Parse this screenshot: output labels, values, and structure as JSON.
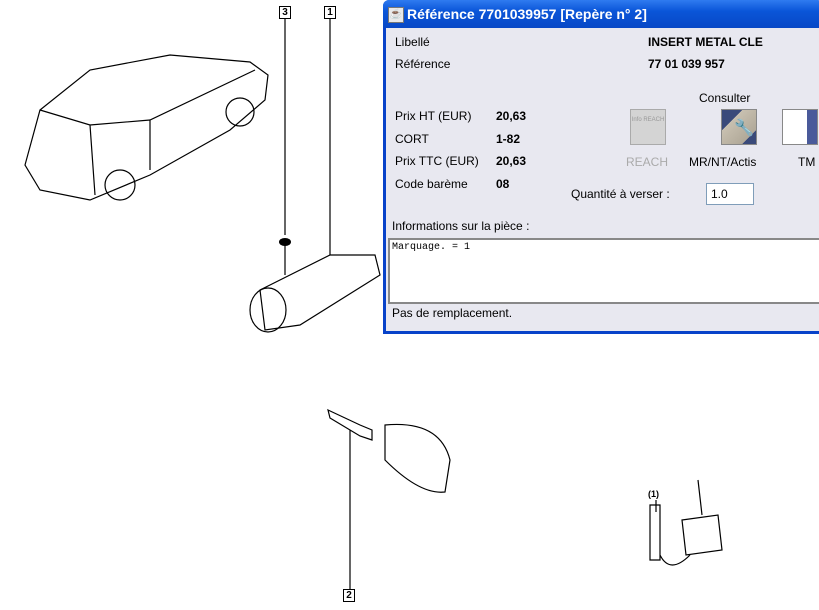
{
  "diagram": {
    "callouts": [
      "3",
      "1",
      "2",
      "(1)"
    ]
  },
  "window": {
    "title": "Référence 7701039957 [Repère n° 2]",
    "fields": {
      "libelle_label": "Libellé",
      "libelle_value": "INSERT METAL CLE",
      "reference_label": "Référence",
      "reference_value": "77 01 039 957",
      "prix_ht_label": "Prix HT (EUR)",
      "prix_ht_value": "20,63",
      "cort_label": "CORT",
      "cort_value": "1-82",
      "prix_ttc_label": "Prix TTC (EUR)",
      "prix_ttc_value": "20,63",
      "code_bareme_label": "Code barème",
      "code_bareme_value": "08"
    },
    "consulter_label": "Consulter",
    "buttons": {
      "reach": "REACH",
      "reach_icon_text": "Info REACH",
      "mr": "MR/NT/Actis",
      "tm": "TM"
    },
    "quantity_label": "Quantité à verser :",
    "quantity_value": "1.0",
    "info_label": "Informations sur la pièce :",
    "info_text": "Marquage. = 1",
    "status": "Pas de remplacement."
  }
}
